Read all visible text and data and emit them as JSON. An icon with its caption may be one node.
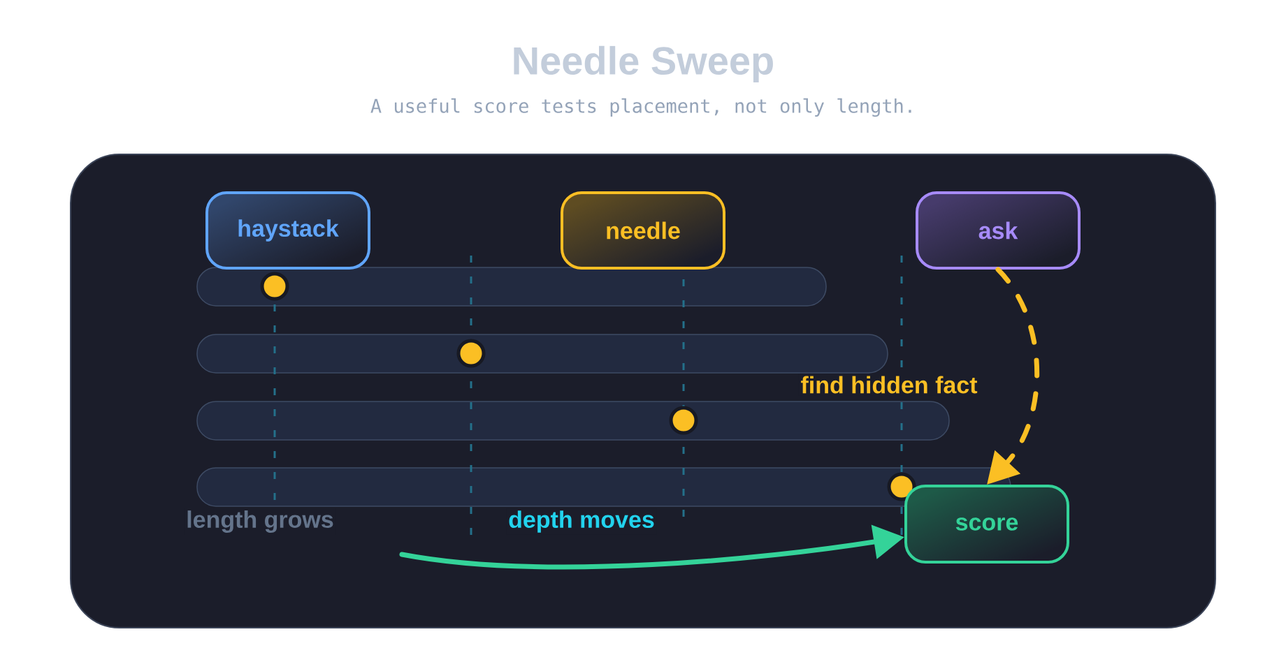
{
  "diagram": {
    "title": "Needle Sweep",
    "nodes": [
      {
        "text": [
          "haystack"
        ]
      },
      {
        "text": [
          "needle"
        ]
      },
      {
        "text": [
          "ask"
        ]
      },
      {
        "text": [
          "score"
        ]
      }
    ],
    "edges": [
      {
        "from": 2,
        "to": 3,
        "arrow": "to",
        "label": "find hidden fact",
        "style": "dashed",
        "color": "#fbbf24"
      },
      {
        "from": null,
        "to": 3,
        "arrow": "to",
        "color": "#34d399"
      }
    ],
    "labels": [
      "A useful score tests placement, not only length.",
      "length grows",
      "depth moves"
    ]
  }
}
